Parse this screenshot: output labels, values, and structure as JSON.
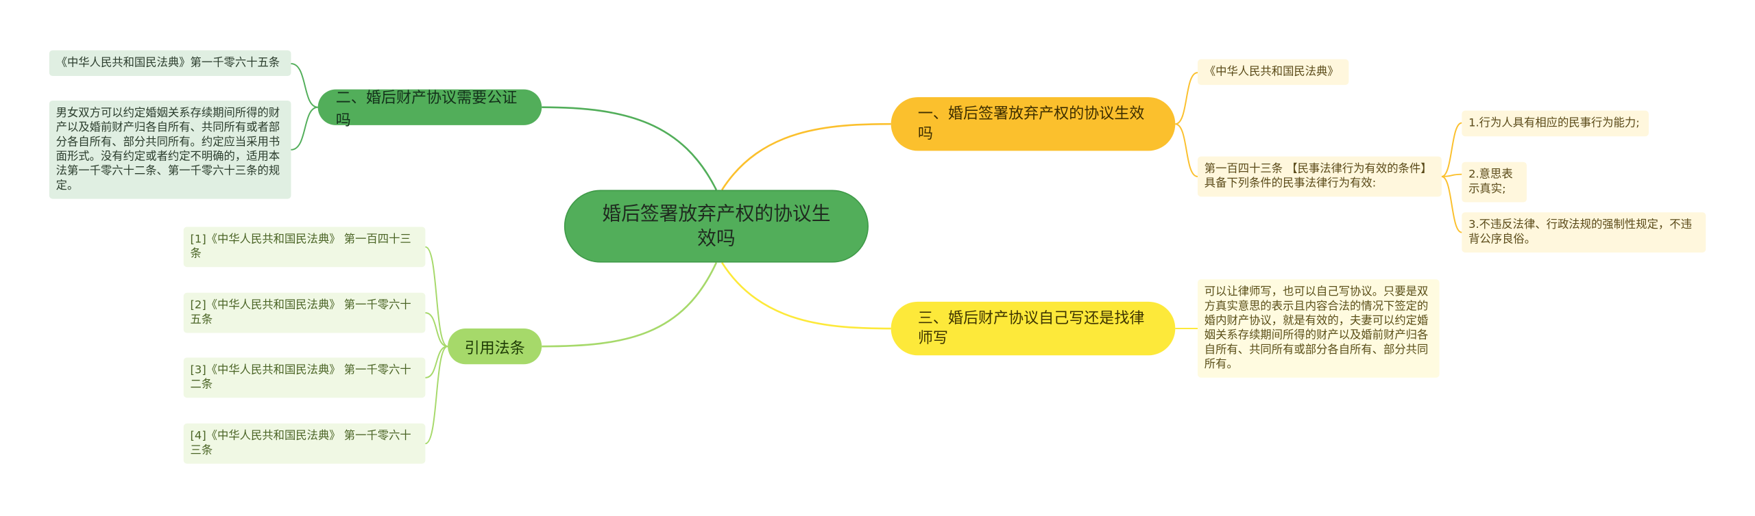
{
  "center": "婚后签署放弃产权的协议生效吗",
  "branches": {
    "b1": {
      "label": "一、婚后签署放弃产权的协议生效吗",
      "leaves": [
        "《中华人民共和国民法典》",
        "第一百四十三条 【民事法律行为有效的条件】具备下列条件的民事法律行为有效:"
      ],
      "sub": [
        "1.行为人具有相应的民事行为能力;",
        "2.意思表示真实;",
        "3.不违反法律、行政法规的强制性规定，不违背公序良俗。"
      ]
    },
    "b2": {
      "label": "二、婚后财产协议需要公证吗",
      "leaves": [
        "《中华人民共和国民法典》第一千零六十五条",
        "男女双方可以约定婚姻关系存续期间所得的财产以及婚前财产归各自所有、共同所有或者部分各自所有、部分共同所有。约定应当采用书面形式。没有约定或者约定不明确的，适用本法第一千零六十二条、第一千零六十三条的规定。"
      ]
    },
    "b3": {
      "label": "三、婚后财产协议自己写还是找律师写",
      "leaves": [
        "可以让律师写，也可以自己写协议。只要是双方真实意思的表示且内容合法的情况下签定的婚内财产协议，就是有效的，夫妻可以约定婚姻关系存续期间所得的财产以及婚前财产归各自所有、共同所有或部分各自所有、部分共同所有。"
      ]
    },
    "b4": {
      "label": "引用法条",
      "leaves": [
        "[1]《中华人民共和国民法典》 第一百四十三条",
        "[2]《中华人民共和国民法典》 第一千零六十五条",
        "[3]《中华人民共和国民法典》 第一千零六十二条",
        "[4]《中华人民共和国民法典》 第一千零六十三条"
      ]
    }
  },
  "colors": {
    "green": "#52ae5a",
    "orange": "#fbc02d",
    "yellow": "#fde93a",
    "lime": "#a6d96a"
  }
}
